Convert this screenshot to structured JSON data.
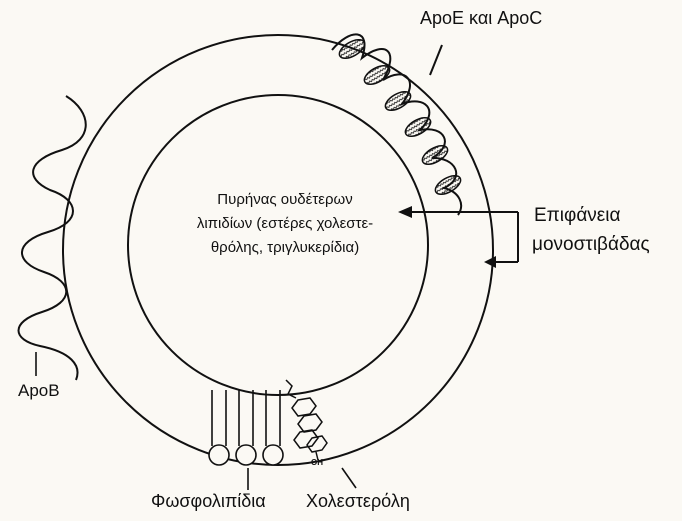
{
  "labels": {
    "apoe_apoc": "ApoE και ApoC",
    "core": [
      "Πυρήνας ουδέτερων",
      "λιπιδίων (εστέρες χολεστε-",
      "θρόλης, τριγλυκερίδια)"
    ],
    "surface": [
      "Επιφάνεια",
      "μονοστιβάδας"
    ],
    "apob": "ApoB",
    "phospholipids": "Φωσφολιπίδια",
    "cholesterol": "Χολεστερόλη",
    "oh": "OH"
  },
  "colors": {
    "ink": "#111111",
    "background": "#fbf9f4"
  }
}
